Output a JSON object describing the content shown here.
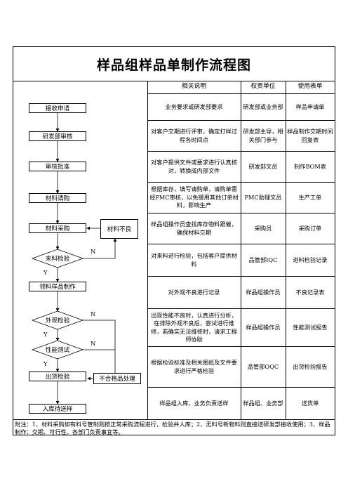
{
  "title": "样品组样品单制作流程图",
  "flow": {
    "nodes": {
      "receive": "接收申请",
      "rd_review": "研发部审核",
      "approve": "审核批准",
      "material_request": "材料请购",
      "material_purchase": "材料采购",
      "material_defect": "材料不良",
      "incoming_check": "来料检验",
      "sample_make": "领料样品制作",
      "appearance_check": "外观检验",
      "performance_test": "性能测试",
      "shipping_check": "出货检验",
      "nonconforming": "不合格品处理",
      "warehouse": "入库待送样"
    },
    "yes": "Y",
    "no": "N"
  },
  "table": {
    "headers": [
      "相关说明",
      "权责单位",
      "使用表单"
    ],
    "rows": [
      {
        "desc": "业务要求或研发部要求",
        "unit": "研发部或业务部",
        "form": "样品申请单"
      },
      {
        "desc": "对客户交期进行评审，确定打样过程各时间点",
        "unit": "研发部主导，相关部门参与",
        "form": "样品制作交期时间回复表"
      },
      {
        "desc": "对客户提供文件或要求进行认真核对，转换成内部文件",
        "unit": "研发部文员",
        "form": "制作BOM表"
      },
      {
        "desc": "根据库存，填写请购单，请购单需经PMC审核，以免挪用其他订单材料，影响生产",
        "unit": "PMC助理文员",
        "form": "生产工单"
      },
      {
        "desc": "样品组操作员查找库存物料跟催，确保材料交期",
        "unit": "采购员",
        "form": "采购订单"
      },
      {
        "desc": "对来料进行检验，包括客户提供材料",
        "unit": "品管部IQC",
        "form": "进料检验记录"
      },
      {
        "desc": "对外观不良进行记录",
        "unit": "样品组操作员",
        "form": "不良记录表"
      },
      {
        "desc": "出现性能不良时，认真进行分析，在排除外观不良后，尝试进行维修，若确实无法维修时，请求工程师协助",
        "unit": "样品组操作员",
        "form": "性能测试报告"
      },
      {
        "desc": "根据检验标准及相关图纸及文件要求进行严格检验",
        "unit": "品管部OQC",
        "form": "出货检验报告"
      },
      {
        "desc": "样品组入库，业务负责送样",
        "unit": "样品组、业务部",
        "form": "送货单"
      }
    ]
  },
  "footer": "附注：1、材料采购如有料号管制则按正常采购流程进行，检验并入库；2、无料号新物料则直接送研发部接收使用；3、样品制作：交期、可行性、各部门负责事宜等。"
}
